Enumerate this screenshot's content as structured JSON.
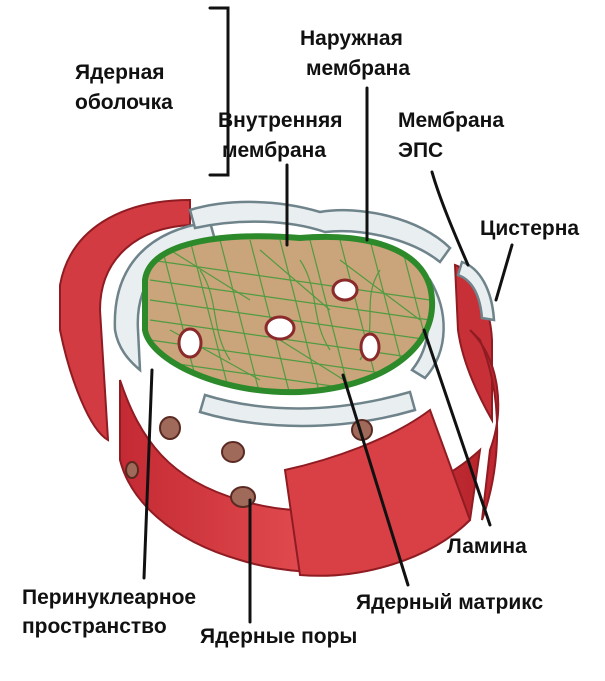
{
  "labels": {
    "nuclear_envelope": [
      "Ядерная",
      "оболочка"
    ],
    "outer_membrane": [
      "Наружная",
      "мембрана"
    ],
    "inner_membrane": [
      "Внутренняя",
      "мембрана"
    ],
    "er_membrane": [
      "Мембрана",
      "ЭПС"
    ],
    "cistern": "Цистерна",
    "lamina": "Ламина",
    "perinuclear_space": [
      "Перинуклеарное",
      "пространство"
    ],
    "nuclear_matrix": "Ядерный матрикс",
    "nuclear_pores": "Ядерные поры"
  },
  "colors": {
    "membrane_red": "#d9323a",
    "membrane_dark": "#a81d26",
    "membrane_light": "#f08a88",
    "lumen": "#e8eef0",
    "lumen_edge": "#7d8f96",
    "matrix": "#c9a57c",
    "lamina_green": "#2e8b2e",
    "fibers": "#3f9a3a"
  }
}
